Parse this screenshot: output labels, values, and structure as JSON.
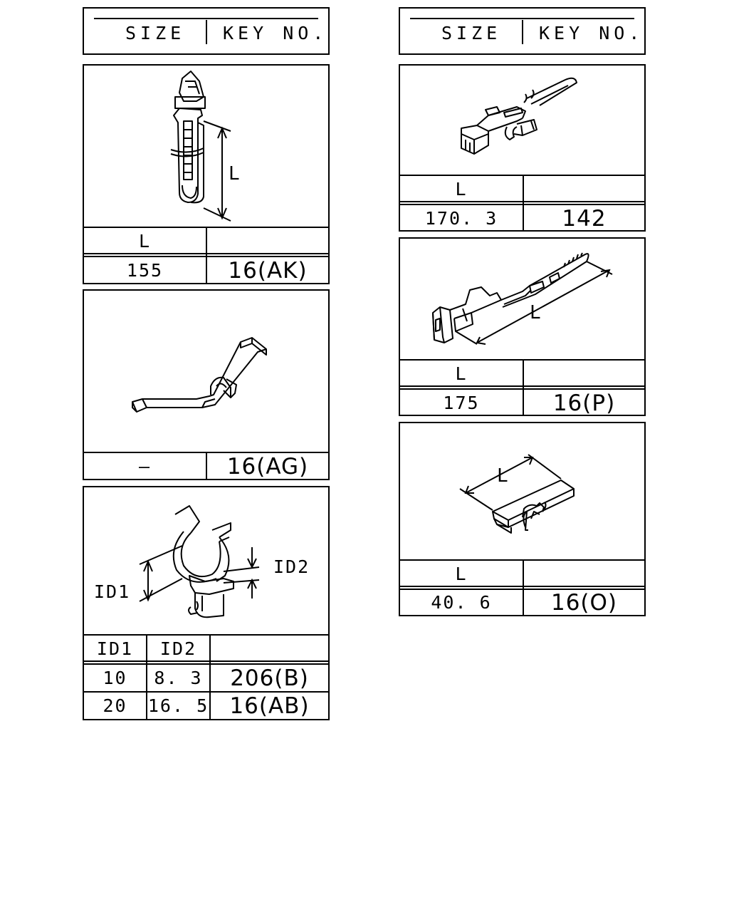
{
  "header": {
    "size_label": "SIZE",
    "key_label": "KEY NO."
  },
  "parts": {
    "p1": {
      "dim_label": "L",
      "col1_header": "L",
      "size": "155",
      "key": "16(AK)"
    },
    "p2": {
      "size": "—",
      "key": "16(AG)"
    },
    "p3": {
      "dim1_label": "ID1",
      "dim2_label": "ID2",
      "col1_header": "ID1",
      "col2_header": "ID2",
      "rows": [
        {
          "id1": "10",
          "id2": "8. 3",
          "key": "206(B)"
        },
        {
          "id1": "20",
          "id2": "16. 5",
          "key": "16(AB)"
        }
      ]
    },
    "p4": {
      "col1_header": "L",
      "size": "170. 3",
      "key": "142"
    },
    "p5": {
      "dim_label": "L",
      "col1_header": "L",
      "size": "175",
      "key": "16(P)"
    },
    "p6": {
      "dim_label": "L",
      "col1_header": "L",
      "size": "40. 6",
      "key": "16(O)"
    }
  }
}
